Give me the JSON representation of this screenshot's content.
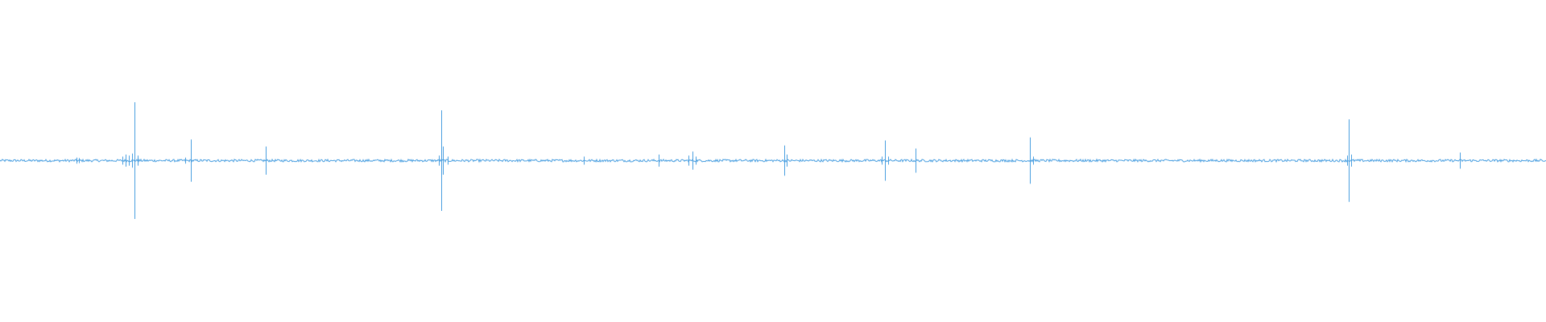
{
  "chart_data": {
    "type": "line",
    "title": "",
    "xlabel": "",
    "ylabel": "",
    "grid": false,
    "legend": "none",
    "ylim": [
      -1.0,
      1.0
    ],
    "xlim": [
      0,
      1920
    ],
    "baseline_noise": 0.012,
    "series": [
      {
        "color": "#4a9fe0",
        "spikes": [
          {
            "x": 95,
            "amp": 0.03
          },
          {
            "x": 98,
            "amp": 0.025
          },
          {
            "x": 152,
            "amp": 0.04
          },
          {
            "x": 156,
            "amp": 0.06
          },
          {
            "x": 160,
            "amp": 0.05
          },
          {
            "x": 164,
            "amp": 0.07
          },
          {
            "x": 167,
            "amp": 0.58
          },
          {
            "x": 171,
            "amp": 0.05
          },
          {
            "x": 230,
            "amp": 0.03
          },
          {
            "x": 237,
            "amp": 0.21
          },
          {
            "x": 330,
            "amp": 0.14
          },
          {
            "x": 545,
            "amp": 0.05
          },
          {
            "x": 548,
            "amp": 0.5
          },
          {
            "x": 550,
            "amp": 0.14
          },
          {
            "x": 556,
            "amp": 0.04
          },
          {
            "x": 725,
            "amp": 0.04
          },
          {
            "x": 818,
            "amp": 0.06
          },
          {
            "x": 855,
            "amp": 0.05
          },
          {
            "x": 860,
            "amp": 0.09
          },
          {
            "x": 864,
            "amp": 0.04
          },
          {
            "x": 974,
            "amp": 0.15
          },
          {
            "x": 977,
            "amp": 0.06
          },
          {
            "x": 1095,
            "amp": 0.04
          },
          {
            "x": 1099,
            "amp": 0.2
          },
          {
            "x": 1103,
            "amp": 0.04
          },
          {
            "x": 1137,
            "amp": 0.12
          },
          {
            "x": 1279,
            "amp": 0.23
          },
          {
            "x": 1283,
            "amp": 0.04
          },
          {
            "x": 1673,
            "amp": 0.05
          },
          {
            "x": 1675,
            "amp": 0.41
          },
          {
            "x": 1678,
            "amp": 0.06
          },
          {
            "x": 1813,
            "amp": 0.08
          }
        ]
      }
    ]
  }
}
